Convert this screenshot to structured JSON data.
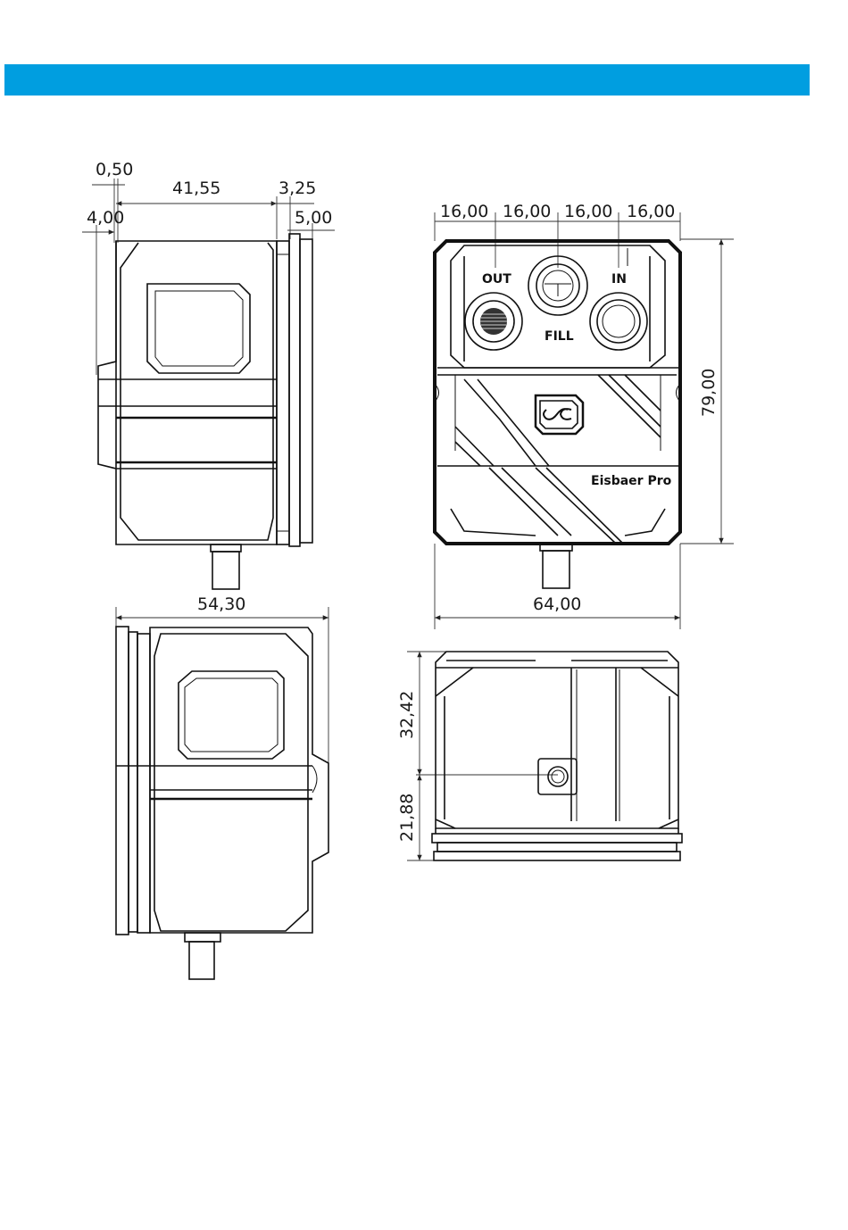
{
  "header": {
    "color": "#009ee0"
  },
  "side_view_left": {
    "dims": {
      "d_050": "0,50",
      "d_4155": "41,55",
      "d_325": "3,25",
      "d_400": "4,00",
      "d_500": "5,00"
    }
  },
  "front_view": {
    "dims": {
      "d_16_a": "16,00",
      "d_16_b": "16,00",
      "d_16_c": "16,00",
      "d_16_d": "16,00",
      "height": "79,00",
      "width": "64,00"
    },
    "labels": {
      "out": "OUT",
      "fill": "FILL",
      "in": "IN",
      "brand": "Eisbaer Pro"
    }
  },
  "side_view_right": {
    "dims": {
      "width": "54,30"
    }
  },
  "bottom_view": {
    "dims": {
      "d_3242": "32,42",
      "d_2188": "21,88"
    }
  }
}
